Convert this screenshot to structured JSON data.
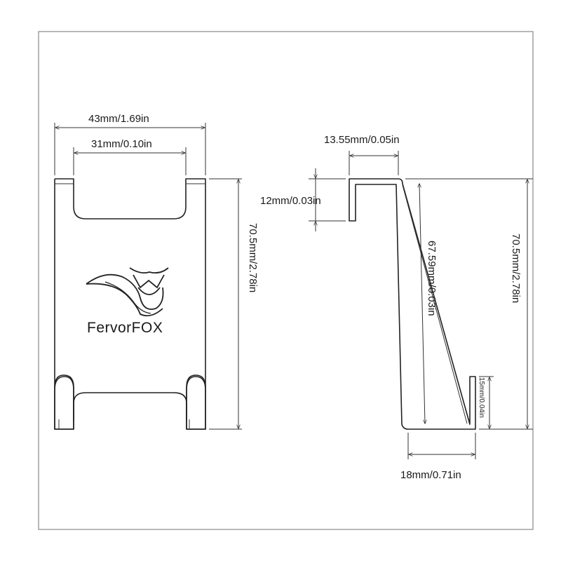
{
  "front_view": {
    "width_outer": "43mm/1.69in",
    "width_inner": "31mm/0.10in",
    "height": "70.5mm/2.78in",
    "brand": "FervorFOX"
  },
  "side_view": {
    "top_width": "13.55mm/0.05in",
    "top_lip": "12mm/0.03in",
    "inner_height": "67.59mm/0.03in",
    "total_height": "70.5mm/2.78in",
    "bottom_lip": "15mm/0.04in",
    "bottom_width": "18mm/0.71in"
  }
}
